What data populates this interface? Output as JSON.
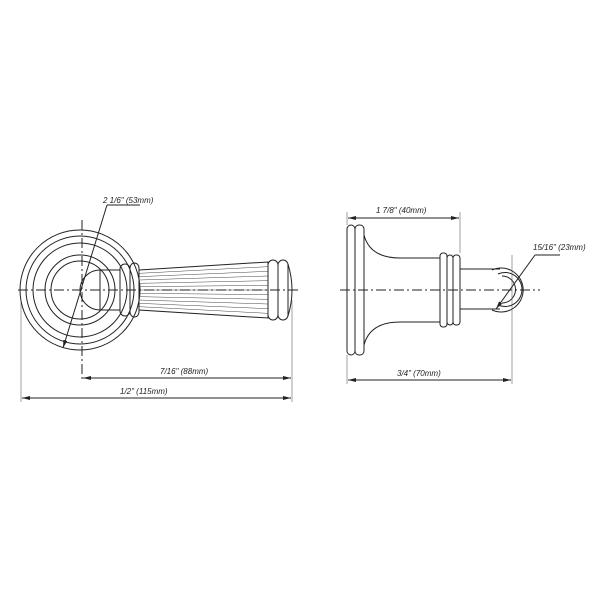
{
  "front_view": {
    "rosette_diameter": "2 1/6\" (53mm)",
    "projection": "7/16\" (88mm)",
    "overall_length": "1/2\" (115mm)"
  },
  "side_view": {
    "base_depth": "1 7/8\" (40mm)",
    "lever_diameter": "15/16\" (23mm)",
    "overall_depth": "3/4\" (70mm)"
  }
}
